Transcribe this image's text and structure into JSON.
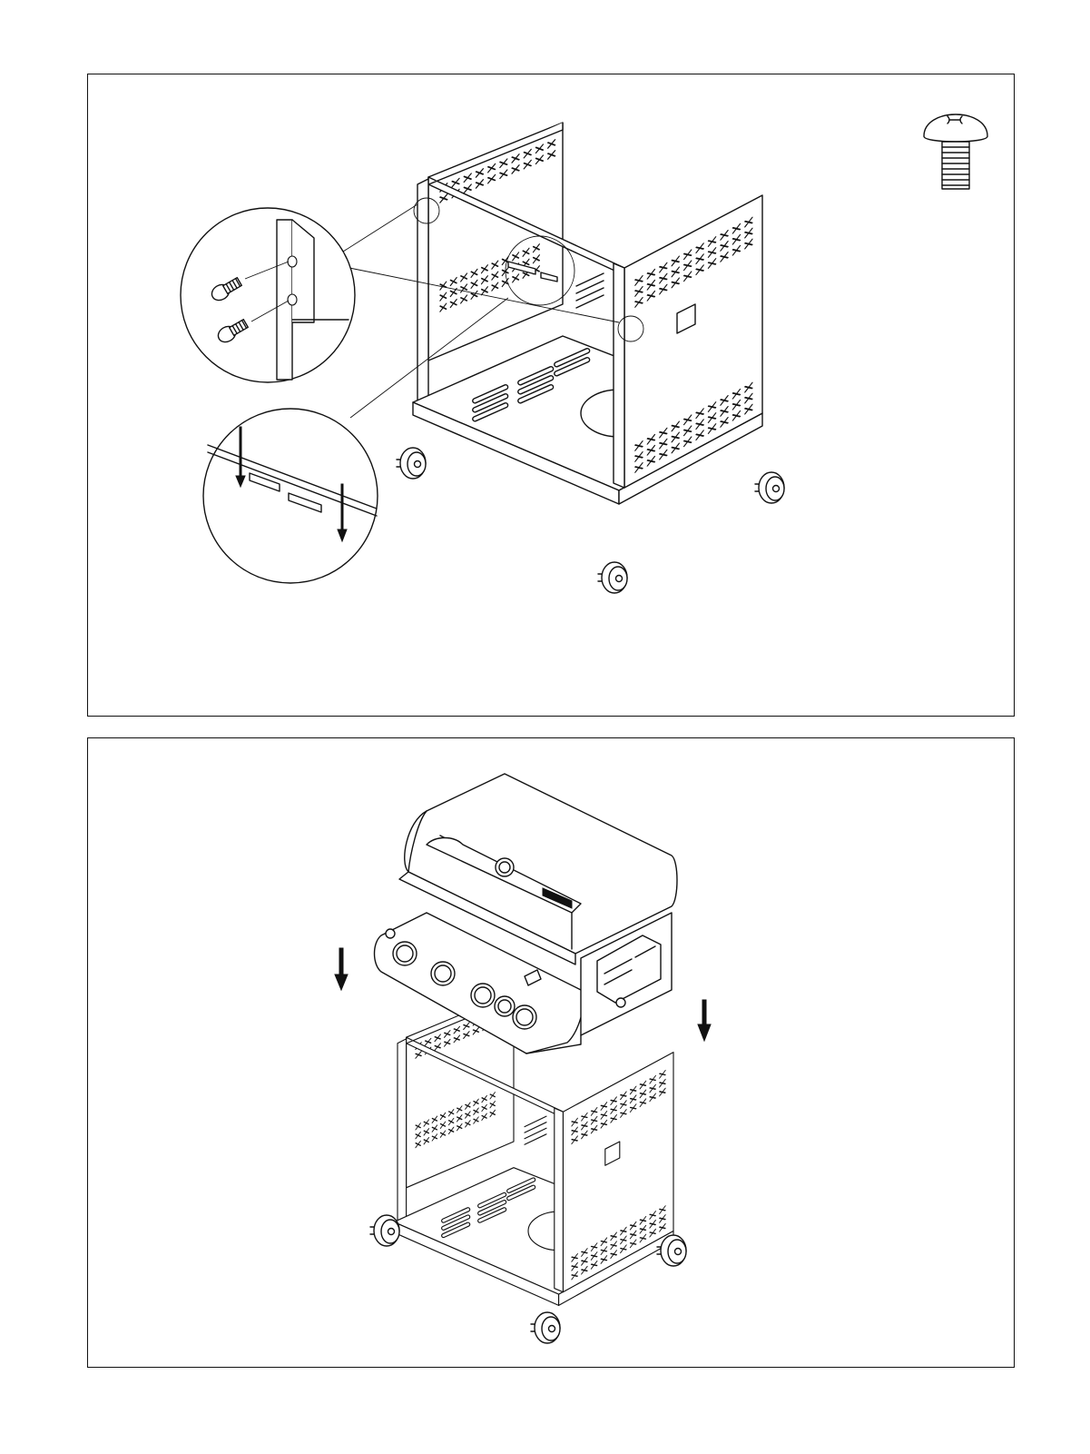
{
  "document": {
    "page_color": "#ffffff",
    "line_color": "#111111",
    "panels": [
      {
        "step": "top",
        "parts": [
          "screw-icon",
          "cart-frame",
          "screw-detail-callout",
          "slot-detail-callout"
        ]
      },
      {
        "step": "bottom",
        "parts": [
          "grill-head",
          "cart-frame",
          "down-arrow-left",
          "down-arrow-right"
        ]
      }
    ]
  }
}
